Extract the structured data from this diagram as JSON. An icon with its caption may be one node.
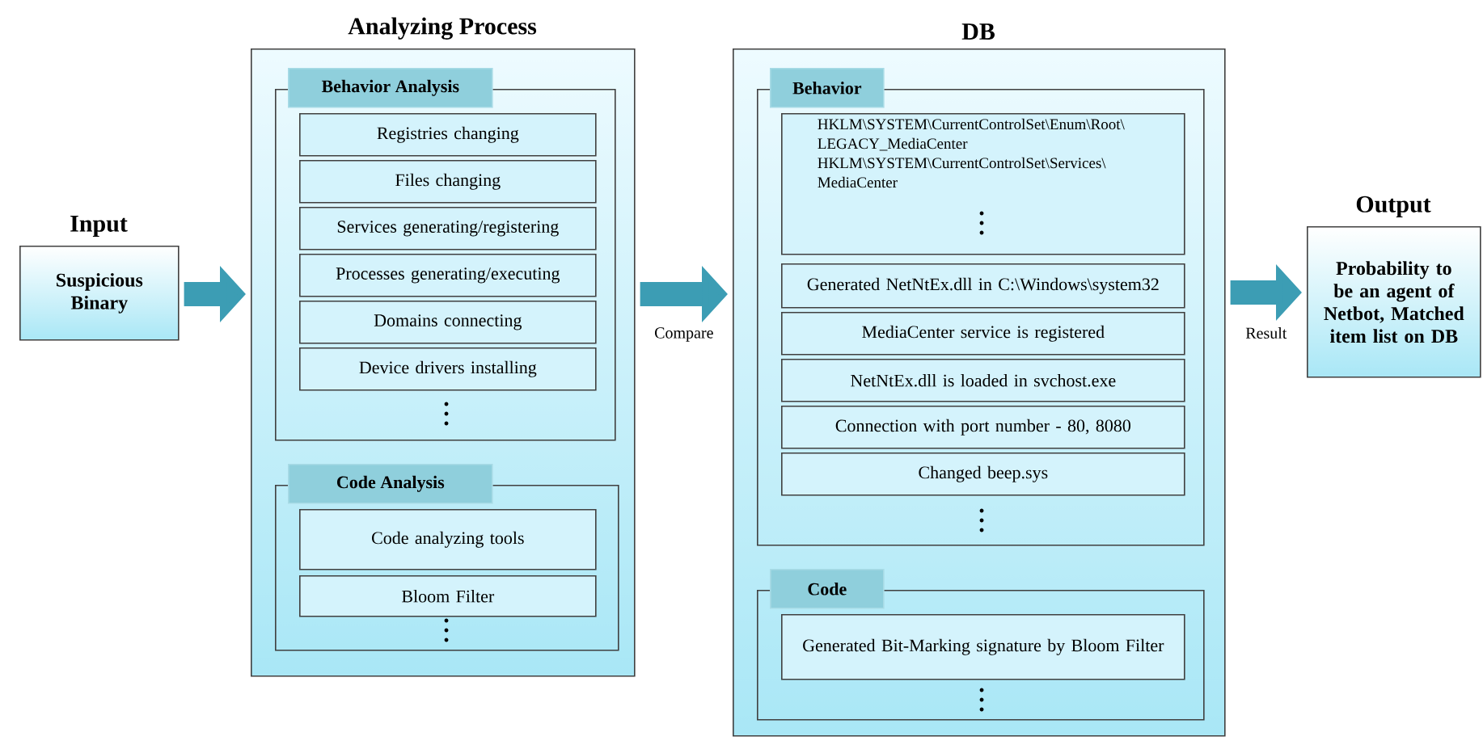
{
  "diagram": {
    "nodes": [
      {
        "text": [
          "Input",
          "Suspicious Binary"
        ]
      },
      {
        "text": [
          "Analyzing Process"
        ]
      },
      {
        "text": [
          "Behavior Analysis"
        ],
        "in": 1
      },
      {
        "text": [
          "Registries changing"
        ],
        "in": 2
      },
      {
        "text": [
          "Files  changing"
        ],
        "in": 2
      },
      {
        "text": [
          "Services generating/registering"
        ],
        "in": 2
      },
      {
        "text": [
          "Processes generating/executing"
        ],
        "in": 2
      },
      {
        "text": [
          "Domains connecting"
        ],
        "in": 2
      },
      {
        "text": [
          "Device drivers installing"
        ],
        "in": 2
      },
      {
        "text": [
          "Code Analysis"
        ],
        "in": 1
      },
      {
        "text": [
          "Code analyzing tools"
        ],
        "in": 9
      },
      {
        "text": [
          "Bloom Filter"
        ],
        "in": 9
      },
      {
        "text": [
          "DB"
        ]
      },
      {
        "text": [
          "Behavior"
        ],
        "in": 12
      },
      {
        "text": [
          "HKLM\\SYSTEM\\CurrentControlSet\\Enum\\Root\\ LEGACY_MediaCenter",
          "HKLM\\SYSTEM\\CurrentControlSet\\Services\\ MediaCenter"
        ],
        "in": 13
      },
      {
        "text": [
          "Generated  NetNtEx.dll  in C:\\Windows\\system32"
        ],
        "in": 13
      },
      {
        "text": [
          "MediaCenter service is registered"
        ],
        "in": 13
      },
      {
        "text": [
          "NetNtEx.dll is loaded in svchost.exe"
        ],
        "in": 13
      },
      {
        "text": [
          "Connection with port number - 80, 8080"
        ],
        "in": 13
      },
      {
        "text": [
          "Changed beep.sys"
        ],
        "in": 13
      },
      {
        "text": [
          "Code"
        ],
        "in": 12
      },
      {
        "text": [
          "Generated Bit-Marking signature by Bloom Filter"
        ],
        "in": 20
      },
      {
        "text": [
          "Output",
          "Probability to be an agent of Netbot, Matched item list on DB"
        ]
      }
    ],
    "edges": [
      {
        "from": 0,
        "to": 1,
        "arrow": "to"
      },
      {
        "from": 1,
        "to": 12,
        "arrow": "to",
        "label": "Compare"
      },
      {
        "from": 12,
        "to": 22,
        "arrow": "to",
        "label": "Result"
      }
    ]
  }
}
